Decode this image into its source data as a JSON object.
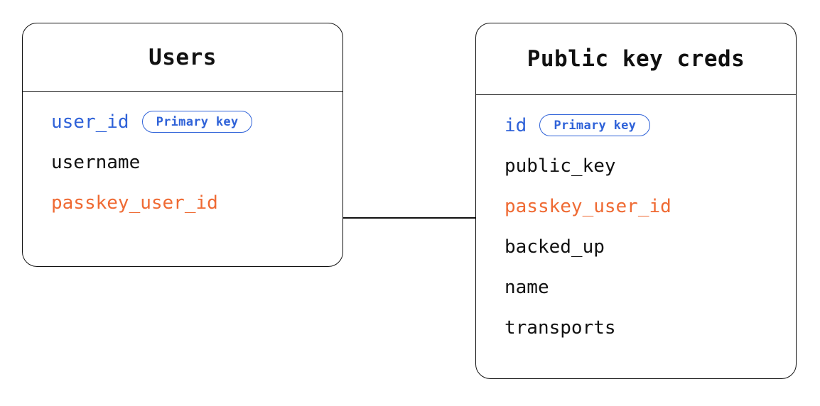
{
  "diagram": {
    "type": "entity-relationship-diagram",
    "background_color": "#ffffff",
    "colors": {
      "border": "#111111",
      "text": "#111111",
      "primary_key": "#2f62d8",
      "foreign_key": "#ef6a33",
      "connector": "#111111"
    },
    "badge_label": "Primary key",
    "entities": [
      {
        "id": "users",
        "title": "Users",
        "fields": [
          {
            "name": "user_id",
            "role": "primary_key",
            "badge": "Primary key",
            "color": "#2f62d8"
          },
          {
            "name": "username",
            "role": "plain",
            "badge": null,
            "color": "#111111"
          },
          {
            "name": "passkey_user_id",
            "role": "foreign_key",
            "badge": null,
            "color": "#ef6a33"
          }
        ]
      },
      {
        "id": "public_key_creds",
        "title": "Public key creds",
        "fields": [
          {
            "name": "id",
            "role": "primary_key",
            "badge": "Primary key",
            "color": "#2f62d8"
          },
          {
            "name": "public_key",
            "role": "plain",
            "badge": null,
            "color": "#111111"
          },
          {
            "name": "passkey_user_id",
            "role": "foreign_key",
            "badge": null,
            "color": "#ef6a33"
          },
          {
            "name": "backed_up",
            "role": "plain",
            "badge": null,
            "color": "#111111"
          },
          {
            "name": "name",
            "role": "plain",
            "badge": null,
            "color": "#111111"
          },
          {
            "name": "transports",
            "role": "plain",
            "badge": null,
            "color": "#111111"
          }
        ]
      }
    ],
    "relationships": [
      {
        "from_entity": "users",
        "from_field": "passkey_user_id",
        "to_entity": "public_key_creds",
        "to_field": "passkey_user_id",
        "style": "solid-line"
      }
    ]
  }
}
